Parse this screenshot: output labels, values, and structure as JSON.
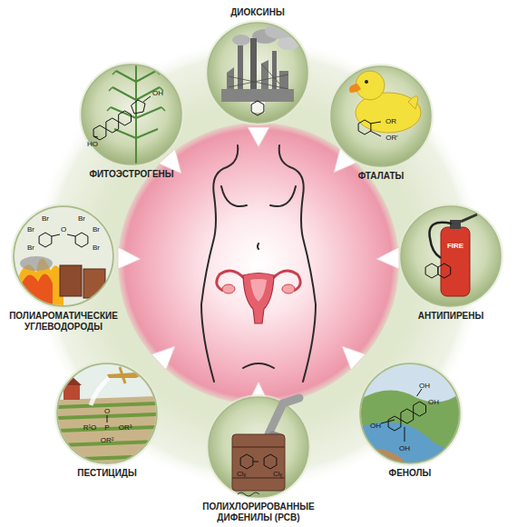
{
  "diagram": {
    "nodes": [
      {
        "text": [
          "ДИОКСИНЫ"
        ]
      },
      {
        "text": [
          "ФТАЛАТЫ"
        ]
      },
      {
        "text": [
          "АНТИПИРЕНЫ"
        ]
      },
      {
        "text": [
          "ФЕНОЛЫ"
        ]
      },
      {
        "text": [
          "ПОЛИХЛОРИРОВАННЫЕ ДИФЕНИЛЫ (PCB)"
        ]
      },
      {
        "text": [
          "ПЕСТИЦИДЫ"
        ]
      },
      {
        "text": [
          "ПОЛИАРОМАТИЧЕСКИЕ УГЛЕВОДОРОДЫ"
        ]
      },
      {
        "text": [
          "ФИТОЭСТРОГЕНЫ"
        ]
      }
    ],
    "labels": [
      "OR",
      "OR'",
      "FIRE",
      "OH",
      "OH",
      "OH",
      "OH",
      "Clₓ",
      "Clᵧ",
      "O",
      "R¹O",
      "P",
      "OR³",
      "OR²",
      "Br",
      "Br",
      "Br",
      "Br",
      "Br",
      "Br",
      "O",
      "HO",
      "OH"
    ]
  }
}
